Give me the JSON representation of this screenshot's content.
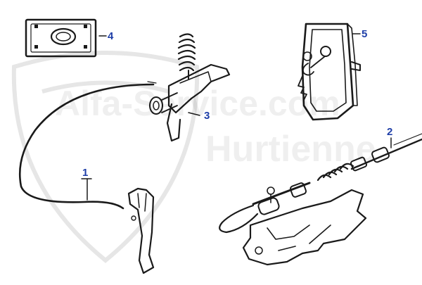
{
  "watermark": {
    "line1": "Alfa-Service.com",
    "line2": "Hurtienne"
  },
  "callouts": [
    {
      "id": "1",
      "label": "1"
    },
    {
      "id": "2",
      "label": "2"
    },
    {
      "id": "3",
      "label": "3"
    },
    {
      "id": "4",
      "label": "4"
    },
    {
      "id": "5",
      "label": "5"
    }
  ],
  "colors": {
    "callout": "#1f3fa8",
    "line": "#1a1a1a",
    "watermark": "#d9d9d9"
  }
}
